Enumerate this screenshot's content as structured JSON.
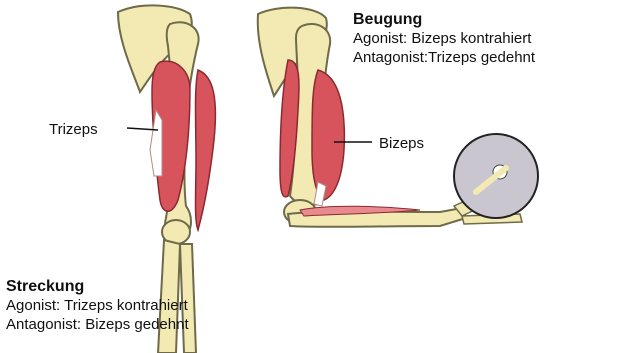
{
  "labels": {
    "trizeps": "Trizeps",
    "bizeps": "Bizeps"
  },
  "beugung": {
    "title": "Beugung",
    "agonist": "Agonist: Bizeps kontrahiert",
    "antagonist": "Antagonist:Trizeps gedehnt"
  },
  "streckung": {
    "title": "Streckung",
    "agonist": "Agonist: Trizeps kontrahiert",
    "antagonist": "Antagonist: Bizeps gedehnt"
  },
  "colors": {
    "bone": "#f2eab2",
    "bone_outline": "#6e6a4a",
    "muscle": "#d8545c",
    "muscle_light": "#e98a8e",
    "tendon": "#ffffff",
    "weight_disc": "#c9c6cf"
  }
}
